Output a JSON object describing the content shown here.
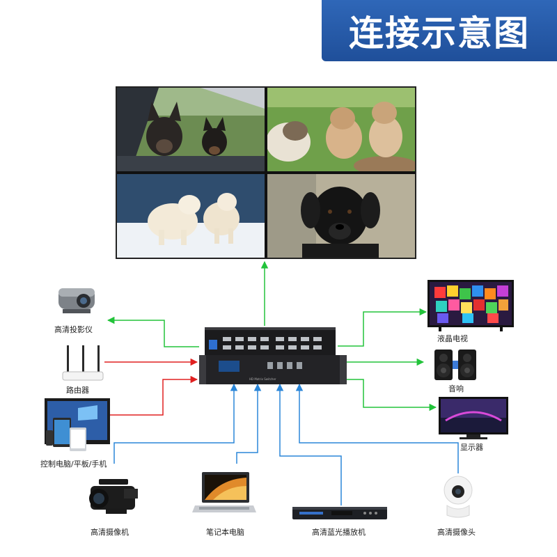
{
  "title": "连接示意图",
  "colors": {
    "title_bg": "#2352a3",
    "green": "#22c33a",
    "red": "#e02020",
    "blue": "#2a86d8"
  },
  "video_wall": {
    "panels": [
      "dogs-in-car-photo",
      "puppies-photo",
      "white-dogs-snow-photo",
      "black-puppy-photo"
    ]
  },
  "switcher": {
    "front_text": "HD Matrix Switcher"
  },
  "outputs": [
    {
      "label": "高清投影仪",
      "icon": "projector-icon"
    },
    {
      "label": "液晶电视",
      "icon": "lcd-tv-icon"
    },
    {
      "label": "音响",
      "icon": "speaker-icon"
    },
    {
      "label": "显示器",
      "icon": "monitor-icon"
    }
  ],
  "controls": [
    {
      "label": "路由器",
      "icon": "router-icon"
    },
    {
      "label": "控制电脑/平板/手机",
      "icon": "computer-tablet-phone-icon"
    }
  ],
  "inputs": [
    {
      "label": "高清摄像机",
      "icon": "camcorder-icon"
    },
    {
      "label": "笔记本电脑",
      "icon": "laptop-icon"
    },
    {
      "label": "高清蓝光播放机",
      "icon": "bluray-player-icon"
    },
    {
      "label": "高清摄像头",
      "icon": "security-camera-icon"
    }
  ]
}
